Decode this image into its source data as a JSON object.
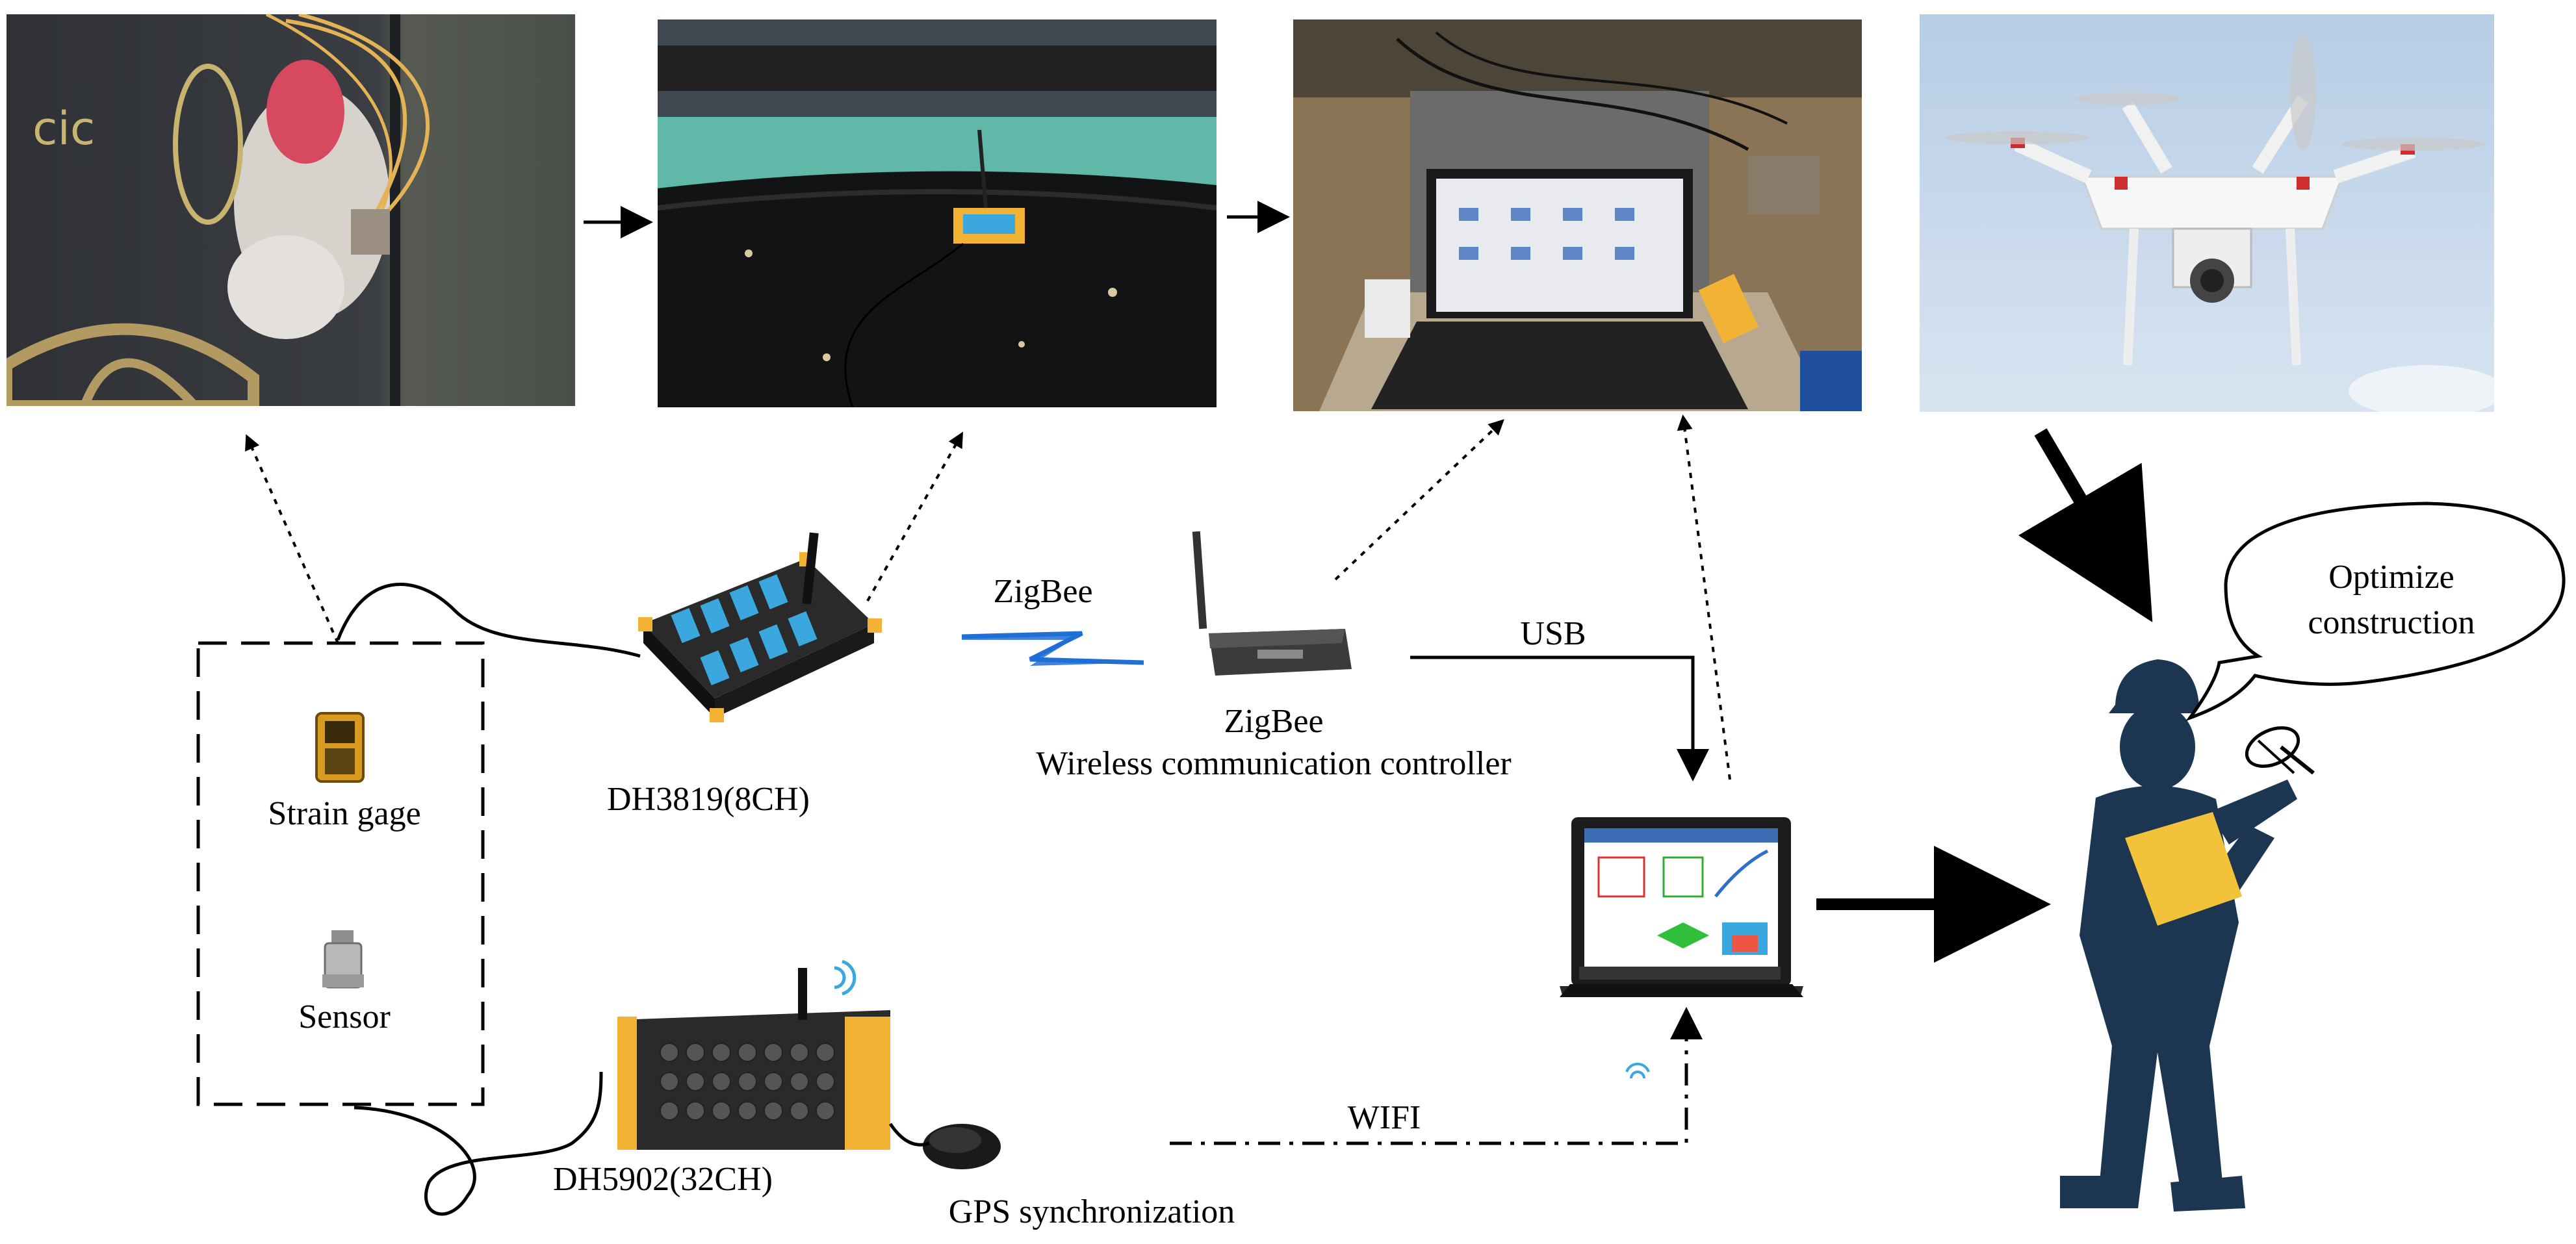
{
  "labels": {
    "strain_gage": "Strain gage",
    "sensor": "Sensor",
    "dh3819": "DH3819(8CH)",
    "dh5902": "DH5902(32CH)",
    "zigbee_top": "ZigBee",
    "zigbee_controller_line1": "ZigBee",
    "zigbee_controller_line2": "Wireless communication controller",
    "usb": "USB",
    "wifi": "WIFI",
    "gps": "GPS synchronization",
    "speech_line1": "Optimize",
    "speech_line2": "construction"
  },
  "colors": {
    "line": "#000000",
    "worker": "#1c3550",
    "clipboard": "#f3c23b",
    "zigbee_bolt": "#1f6fd6",
    "logger_body": "#2a2a2a",
    "logger_ports": "#3aa7de",
    "logger_corners": "#f2b233"
  }
}
